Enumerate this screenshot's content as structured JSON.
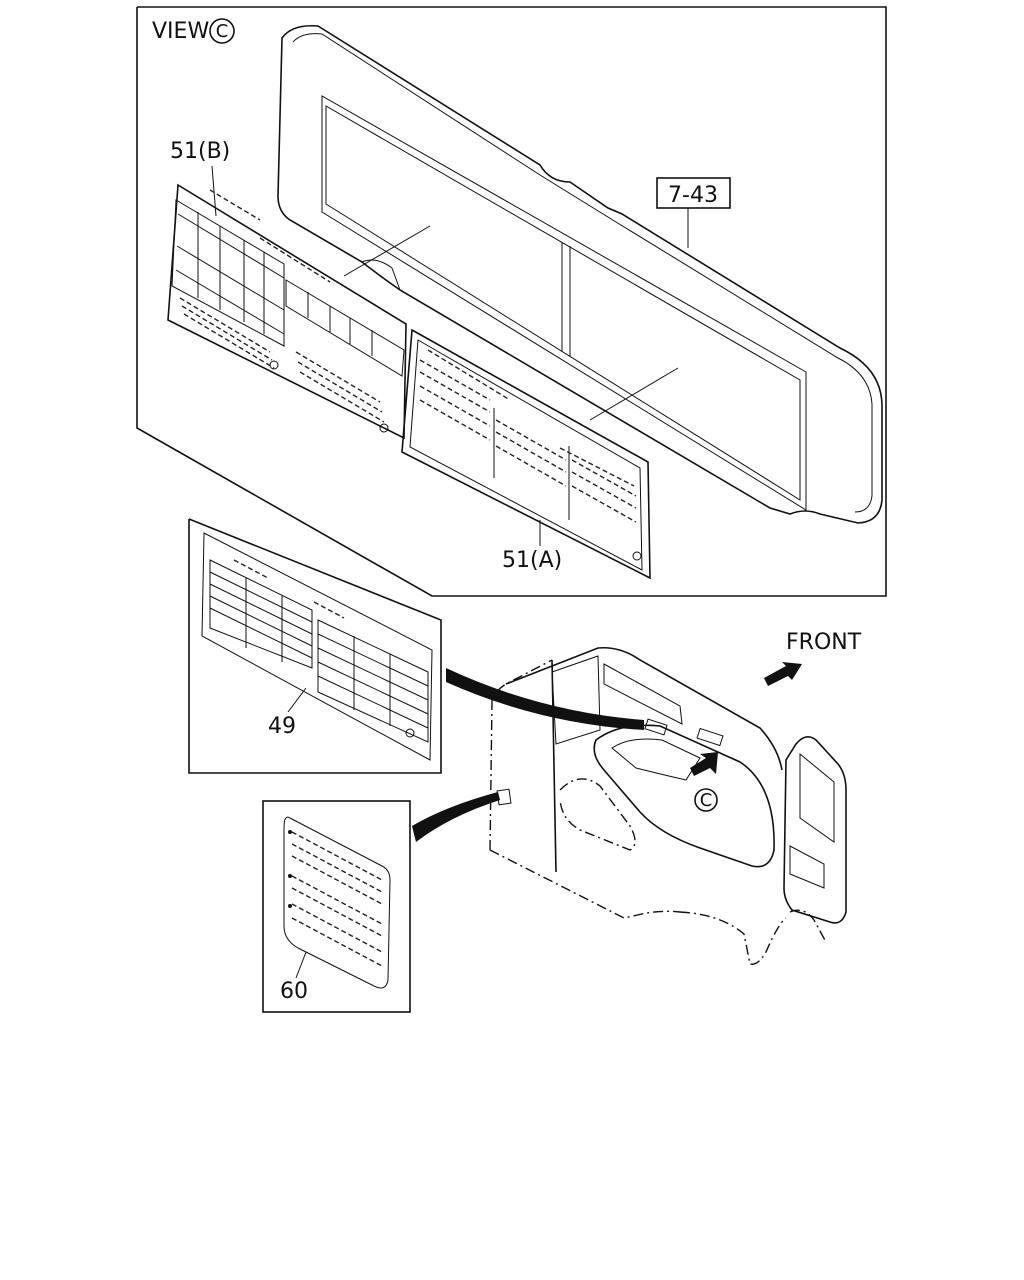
{
  "view_label": "VIEW",
  "view_marker": "C",
  "front_label": "FRONT",
  "callouts": {
    "part_51b": "51(B)",
    "part_7_43": "7-43",
    "part_51a": "51(A)",
    "part_49": "49",
    "part_60": "60"
  },
  "arrow_marker": "C"
}
